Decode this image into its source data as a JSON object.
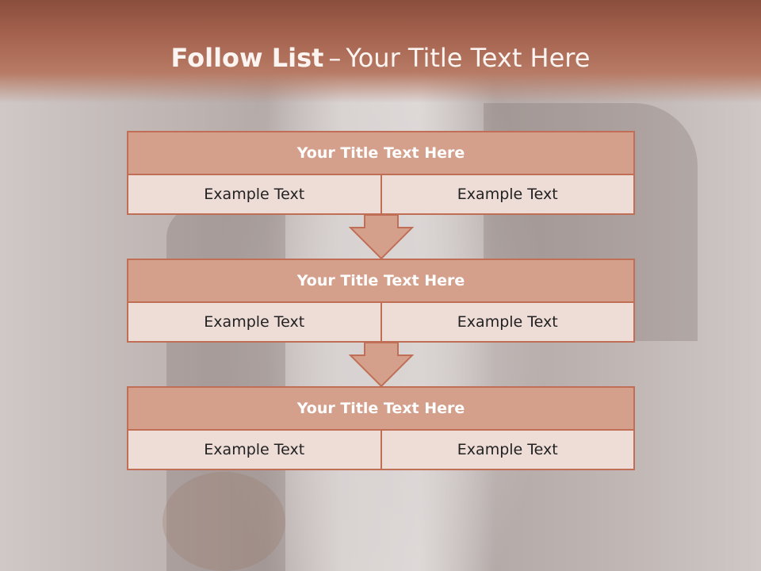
{
  "header": {
    "title_bold": "Follow List",
    "title_sep": "–",
    "title_rest": "Your Title Text Here"
  },
  "blocks": [
    {
      "title": "Your Title Text Here",
      "left": "Example Text",
      "right": "Example Text"
    },
    {
      "title": "Your Title Text Here",
      "left": "Example Text",
      "right": "Example Text"
    },
    {
      "title": "Your Title Text Here",
      "left": "Example Text",
      "right": "Example Text"
    }
  ],
  "colors": {
    "accent": "#c06e55",
    "header_fill": "#d4a08c",
    "cell_fill": "#eedcd7",
    "banner": "#9e5c48"
  }
}
